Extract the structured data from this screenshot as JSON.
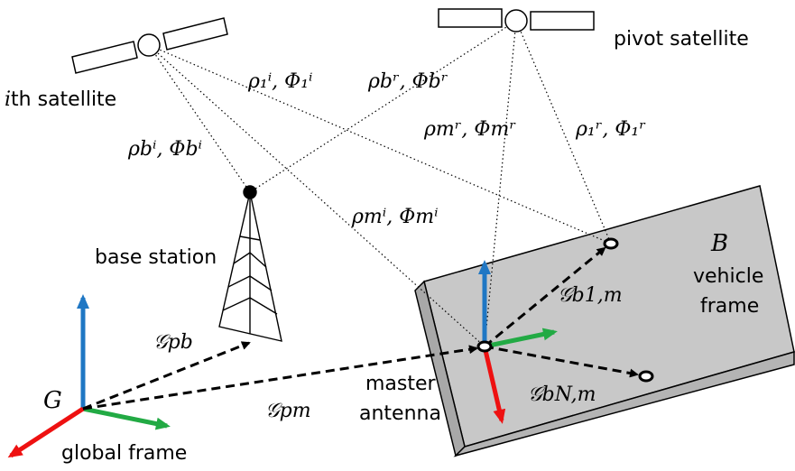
{
  "labels": {
    "ith_satellite_i": "i",
    "ith_satellite_rest": "th satellite",
    "pivot_satellite": "pivot satellite",
    "base_station": "base station",
    "vehicle_frame_1": "vehicle",
    "vehicle_frame_2": "frame",
    "master_antenna_1": "master",
    "master_antenna_2": "antenna",
    "global_frame": "global frame",
    "body_frame_symbol": "B",
    "global_frame_symbol": "G"
  },
  "measurements": {
    "rho_1_i": "ρ₁ⁱ, Φ₁ⁱ",
    "rho_b_r": "ρbʳ, Φbʳ",
    "rho_b_i": "ρbⁱ, Φbⁱ",
    "rho_m_r": "ρmʳ, Φmʳ",
    "rho_1_r": "ρ₁ʳ, Φ₁ʳ",
    "rho_m_i": "ρmⁱ, Φmⁱ"
  },
  "vectors": {
    "p_b": "𝒢pb",
    "p_m": "𝒢pm",
    "b_1m": "𝒢b1,m",
    "b_Nm": "𝒢bN,m"
  },
  "colors": {
    "axis_x": "#ee1111",
    "axis_y": "#22aa44",
    "axis_z": "#1f77c4",
    "vehicle_fill": "#c8c8c8",
    "vehicle_side": "#a8a8a8"
  }
}
